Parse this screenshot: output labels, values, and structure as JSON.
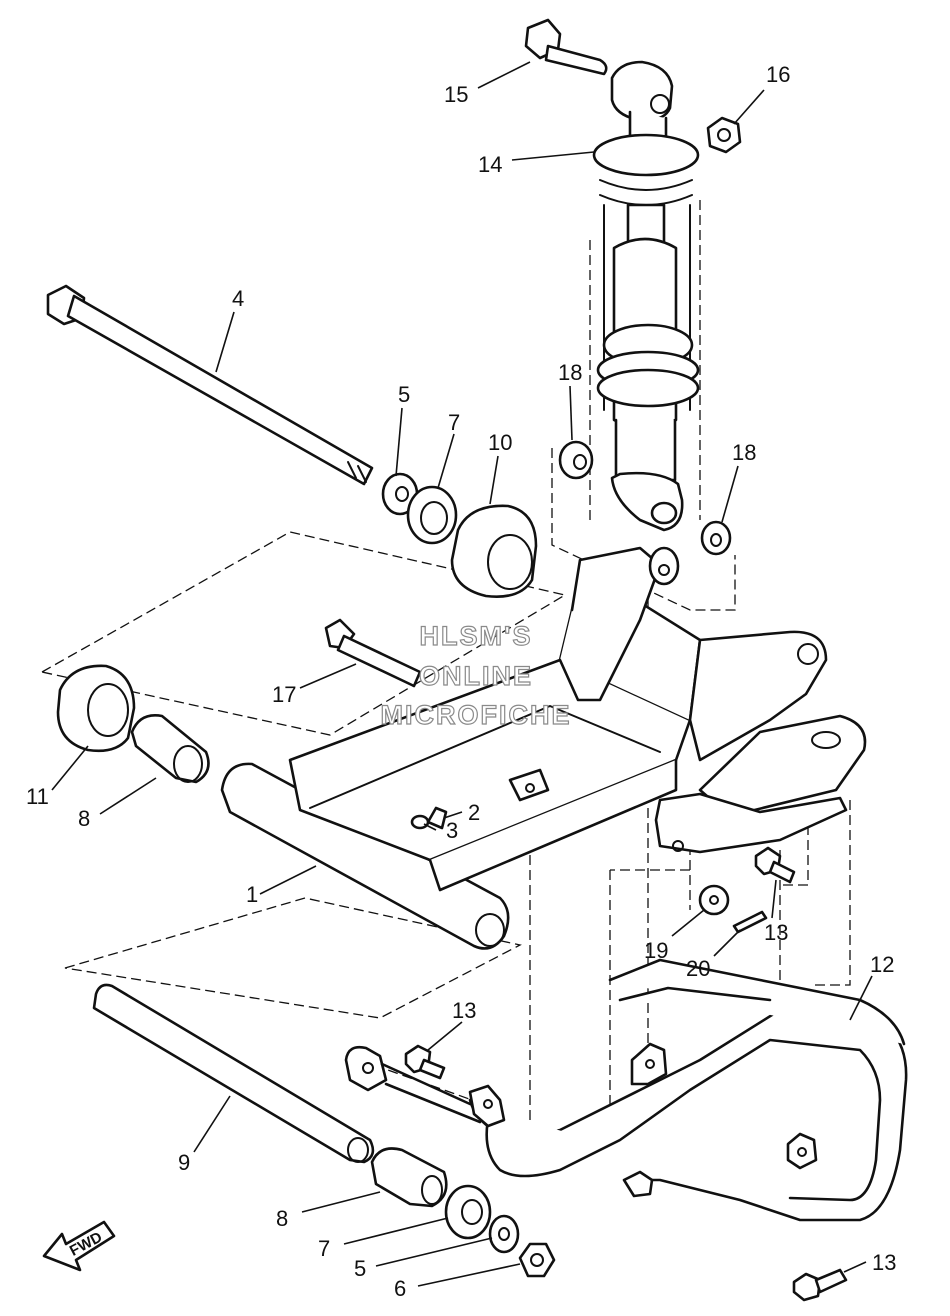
{
  "watermark": {
    "line1": "HLSM'S",
    "line2": "ONLINE",
    "line3": "MICROFICHE"
  },
  "direction_marker": {
    "label": "FWD"
  },
  "callouts": [
    {
      "id": "c15",
      "text": "15"
    },
    {
      "id": "c16",
      "text": "16"
    },
    {
      "id": "c14",
      "text": "14"
    },
    {
      "id": "c4",
      "text": "4"
    },
    {
      "id": "c5a",
      "text": "5"
    },
    {
      "id": "c7a",
      "text": "7"
    },
    {
      "id": "c10",
      "text": "10"
    },
    {
      "id": "c18a",
      "text": "18"
    },
    {
      "id": "c18b",
      "text": "18"
    },
    {
      "id": "c17",
      "text": "17"
    },
    {
      "id": "c11",
      "text": "11"
    },
    {
      "id": "c8a",
      "text": "8"
    },
    {
      "id": "c2",
      "text": "2"
    },
    {
      "id": "c3",
      "text": "3"
    },
    {
      "id": "c1",
      "text": "1"
    },
    {
      "id": "c19",
      "text": "19"
    },
    {
      "id": "c13a",
      "text": "13"
    },
    {
      "id": "c20",
      "text": "20"
    },
    {
      "id": "c12",
      "text": "12"
    },
    {
      "id": "c13b",
      "text": "13"
    },
    {
      "id": "c9",
      "text": "9"
    },
    {
      "id": "c8b",
      "text": "8"
    },
    {
      "id": "c7b",
      "text": "7"
    },
    {
      "id": "c5b",
      "text": "5"
    },
    {
      "id": "c6",
      "text": "6"
    },
    {
      "id": "c13c",
      "text": "13"
    }
  ]
}
